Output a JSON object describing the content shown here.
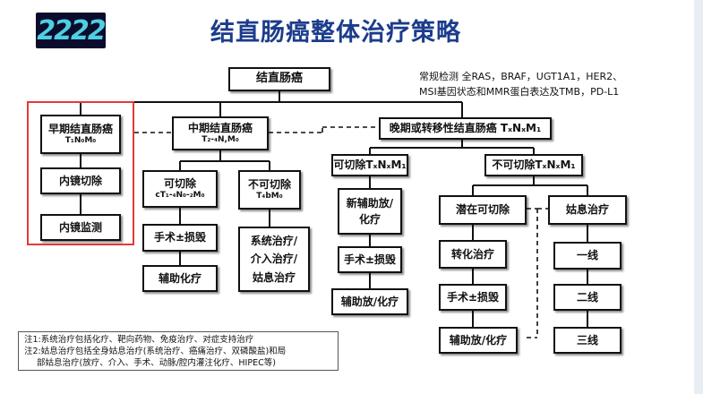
{
  "logo_text": "2222",
  "title": "结直肠癌整体治疗策略",
  "top_note": {
    "line1": "常规检测 全RAS，BRAF，UGT1A1，HER2、",
    "line2": "MSI基因状态和MMR蛋白表达及TMB，PD-L1"
  },
  "root": "结直肠癌",
  "early": {
    "title": "早期结直肠癌",
    "stage": "T₁N₀M₀",
    "step1": "内镜切除",
    "step2": "内镜监测"
  },
  "mid": {
    "title": "中期结直肠癌",
    "stage": "T₂-₄N,M₀",
    "resectable": {
      "title": "可切除",
      "stage": "cT₁-₄N₀-₂M₀"
    },
    "unresectable": {
      "title": "不可切除",
      "stage": "T₄bM₀"
    },
    "surgery": "手术±损毁",
    "adjuvant": "辅助化疗",
    "systemic": [
      "系统治疗/",
      "介入治疗/",
      "姑息治疗"
    ]
  },
  "late": {
    "title": "晚期或转移性结直肠癌 TₓNₓM₁",
    "resectable": {
      "title": "可切除TₓNₓM₁",
      "neoadjuvant": [
        "新辅助放/",
        "化疗"
      ],
      "surgery": "手术±损毁",
      "adjuvant": "辅助放/化疗"
    },
    "unresectable": {
      "title": "不可切除TₓNₓM₁",
      "potential": "潜在可切除",
      "conversion": "转化治疗",
      "surgery": "手术±损毁",
      "adjuvant": "辅助放/化疗",
      "palliative": "姑息治疗",
      "lines": [
        "一线",
        "二线",
        "三线"
      ]
    }
  },
  "footnotes": [
    "注1:系统治疗包括化疗、靶向药物、免疫治疗、对症支持治疗",
    "注2:姑息治疗包括全身姑息治疗(系统治疗、癌痛治疗、双磷酸盐)和局",
    "部姑息治疗(放疗、介入、手术、动脉/腔内灌注化疗、HIPEC等)"
  ]
}
